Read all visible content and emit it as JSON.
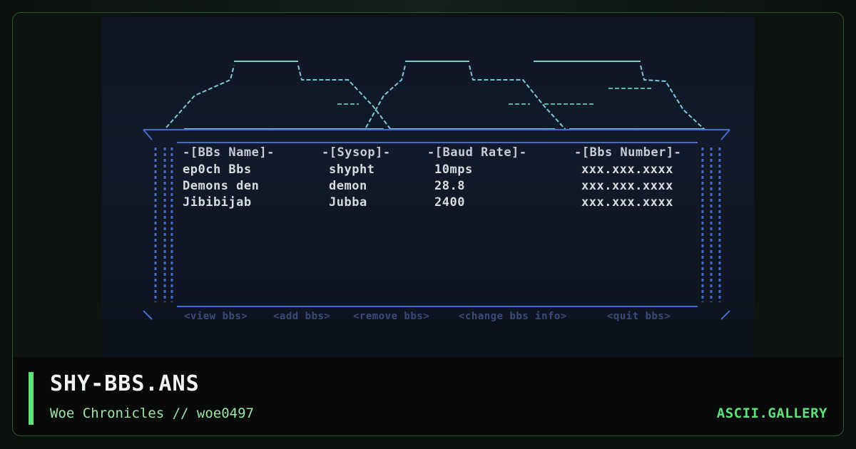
{
  "card": {
    "title": "SHY-BBS.ANS",
    "subtitle": "Woe Chronicles // woe0497",
    "brand": "ASCII.GALLERY"
  },
  "ansi": {
    "columns": [
      "-[BBs Name]-",
      "-[Sysop]-",
      "-[Baud Rate]-",
      "-[Bbs Number]-"
    ],
    "rows": [
      [
        "ep0ch Bbs",
        "shypht",
        "10mps",
        "xxx.xxx.xxxx"
      ],
      [
        "Demons den",
        "demon",
        "28.8",
        "xxx.xxx.xxxx"
      ],
      [
        "Jibibijab",
        "Jubba",
        "2400",
        "xxx.xxx.xxxx"
      ]
    ],
    "menu": [
      "<view bbs>",
      "<add bbs>",
      "<remove bbs>",
      "<change bbs info>",
      "<quit bbs>"
    ],
    "colors": {
      "border": "#4a6cc8",
      "roof_cyan": "#7fc8d8",
      "roof_teal": "#4fb8a0",
      "text": "#d8dbe2",
      "accent": "#5fe07a"
    }
  }
}
